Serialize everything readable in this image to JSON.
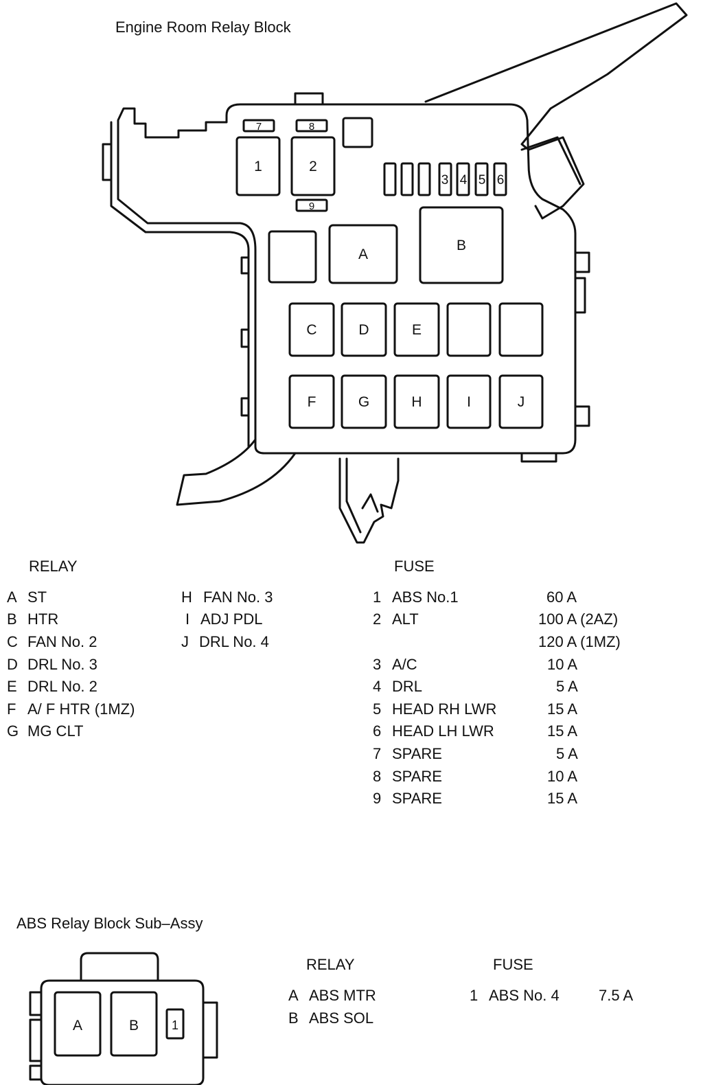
{
  "engine_block": {
    "title": "Engine Room Relay Block",
    "slot_labels": {
      "fuse_7": "7",
      "fuse_8": "8",
      "fuse_9": "9",
      "fuse_1": "1",
      "fuse_2": "2",
      "fuse_3": "3",
      "fuse_4": "4",
      "fuse_5": "5",
      "fuse_6": "6",
      "relay_a": "A",
      "relay_b": "B",
      "relay_c": "C",
      "relay_d": "D",
      "relay_e": "E",
      "relay_f": "F",
      "relay_g": "G",
      "relay_h": "H",
      "relay_i": "I",
      "relay_j": "J"
    },
    "relay_heading": "RELAY",
    "relays_col1": [
      {
        "key": "A",
        "name": "ST"
      },
      {
        "key": "B",
        "name": "HTR"
      },
      {
        "key": "C",
        "name": "FAN No. 2"
      },
      {
        "key": "D",
        "name": "DRL No. 3"
      },
      {
        "key": "E",
        "name": "DRL No. 2"
      },
      {
        "key": "F",
        "name": "A/ F HTR (1MZ)"
      },
      {
        "key": "G",
        "name": "MG CLT"
      }
    ],
    "relays_col2": [
      {
        "key": "H",
        "name": "FAN No. 3"
      },
      {
        "key": "I",
        "name": "ADJ PDL"
      },
      {
        "key": "J",
        "name": "DRL No. 4"
      }
    ],
    "fuse_heading": "FUSE",
    "fuses": [
      {
        "key": "1",
        "name": "ABS No.1",
        "amps": "60 A"
      },
      {
        "key": "2",
        "name": "ALT",
        "amps": "100 A (2AZ)"
      },
      {
        "key": "",
        "name": "",
        "amps": "120 A (1MZ)"
      },
      {
        "key": "3",
        "name": "A/C",
        "amps": "10 A"
      },
      {
        "key": "4",
        "name": "DRL",
        "amps": "5 A"
      },
      {
        "key": "5",
        "name": "HEAD RH LWR",
        "amps": "15 A"
      },
      {
        "key": "6",
        "name": "HEAD LH LWR",
        "amps": "15 A"
      },
      {
        "key": "7",
        "name": "SPARE",
        "amps": "5 A"
      },
      {
        "key": "8",
        "name": "SPARE",
        "amps": "10 A"
      },
      {
        "key": "9",
        "name": "SPARE",
        "amps": "15 A"
      }
    ]
  },
  "abs_block": {
    "title": "ABS Relay Block Sub–Assy",
    "slot_labels": {
      "relay_a": "A",
      "relay_b": "B",
      "fuse_1": "1"
    },
    "relay_heading": "RELAY",
    "relays": [
      {
        "key": "A",
        "name": "ABS MTR"
      },
      {
        "key": "B",
        "name": "ABS SOL"
      }
    ],
    "fuse_heading": "FUSE",
    "fuses": [
      {
        "key": "1",
        "name": "ABS No. 4",
        "amps": "7.5 A"
      }
    ]
  }
}
